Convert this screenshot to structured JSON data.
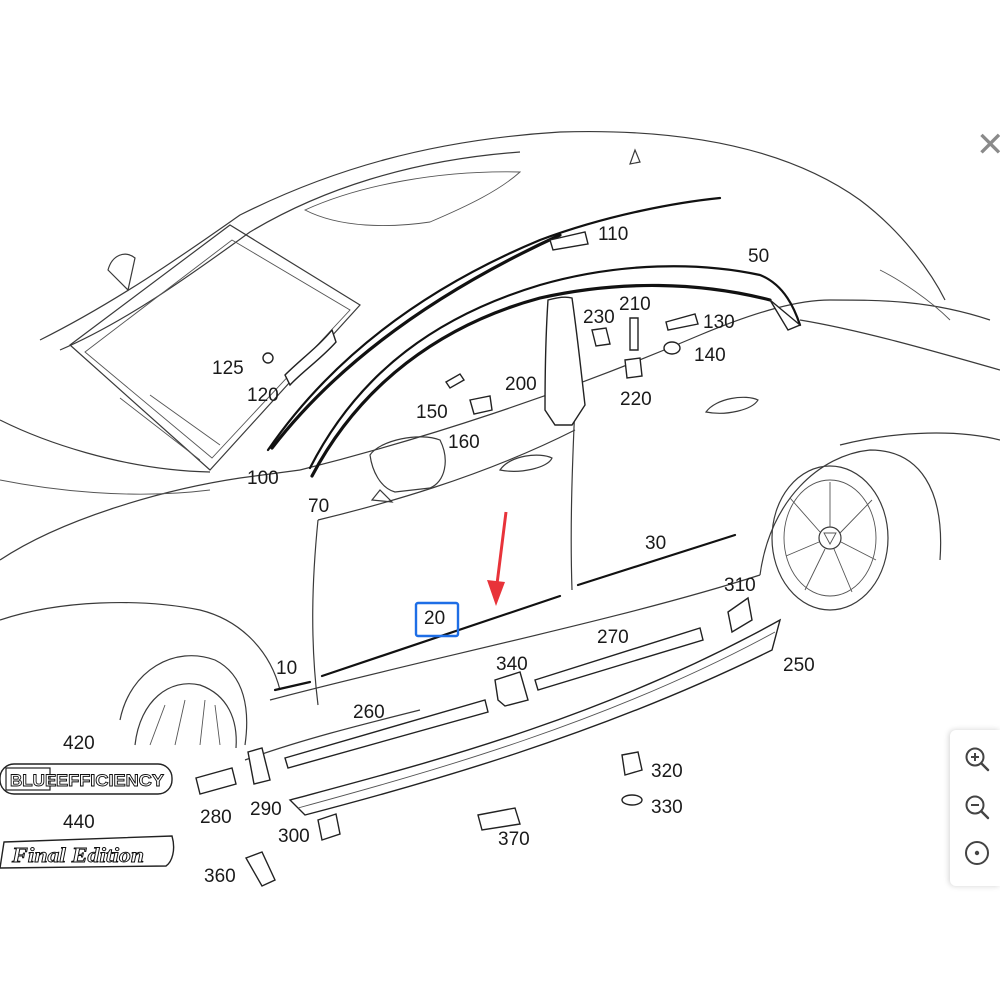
{
  "callouts": [
    "10",
    "20",
    "30",
    "50",
    "70",
    "100",
    "110",
    "120",
    "125",
    "130",
    "140",
    "150",
    "160",
    "200",
    "210",
    "220",
    "230",
    "250",
    "260",
    "270",
    "280",
    "290",
    "300",
    "310",
    "320",
    "330",
    "340",
    "360",
    "370",
    "420",
    "440"
  ],
  "highlighted_callout": "20",
  "badges": {
    "blue_efficiency": {
      "left": "BLUE",
      "right": "EFFICIENCY"
    },
    "final_edition": "Final Edition"
  },
  "colors": {
    "highlight_box": "#1e6ee6",
    "arrow": "#e8333a",
    "line_art": "#3a3a3a"
  },
  "controls": {
    "close": "close-icon",
    "zoom_in": "zoom-in-icon",
    "zoom_out": "zoom-out-icon",
    "reset": "reset-zoom-icon"
  }
}
